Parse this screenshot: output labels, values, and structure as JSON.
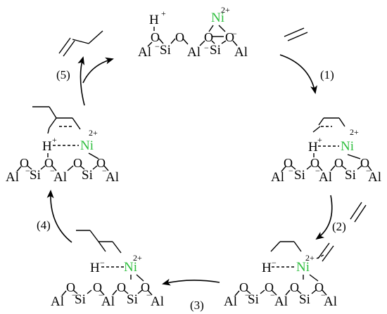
{
  "colors": {
    "nickel": "#2fbf3f",
    "ink": "#000000",
    "background": "#ffffff"
  },
  "atoms": {
    "al": "Al",
    "si": "Si",
    "o": "O",
    "h": "H",
    "ni": "Ni"
  },
  "charges": {
    "minus": "−",
    "plus": "+",
    "ni_charge": "2+"
  },
  "steps": [
    "(1)",
    "(2)",
    "(3)",
    "(4)",
    "(5)"
  ]
}
